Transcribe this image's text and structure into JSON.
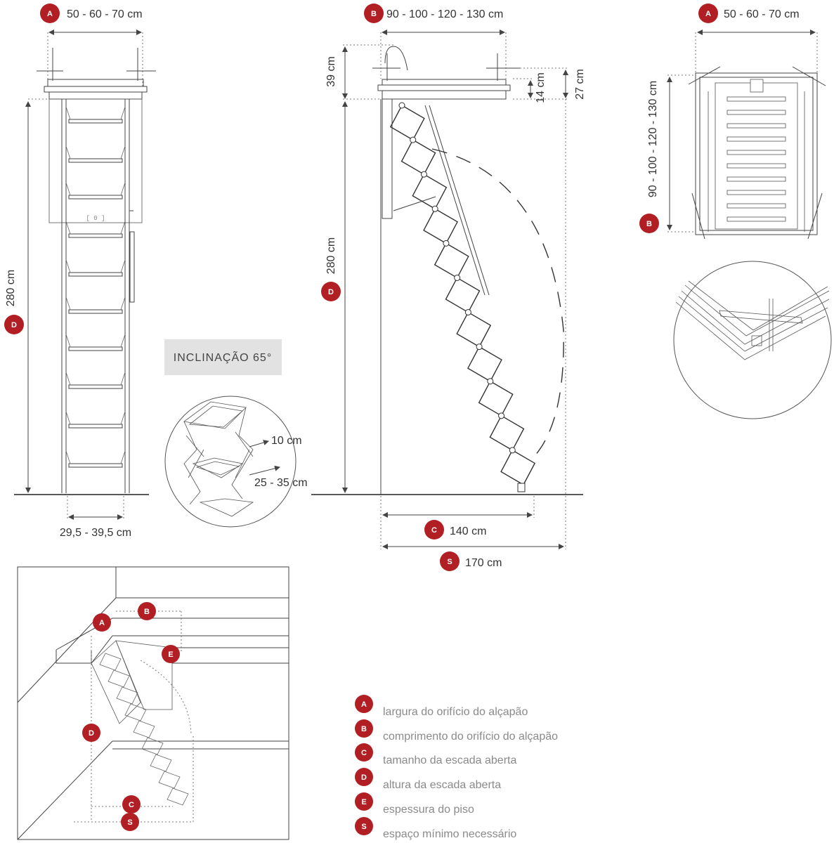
{
  "colors": {
    "badge": "#b11f24",
    "line": "#444444",
    "legend_text": "#8a8a8a",
    "incl_box": "#e2e2e2"
  },
  "front_view": {
    "width_badge": "A",
    "width_label": "50 - 60 - 70 cm",
    "height_badge": "D",
    "height_label": "280 cm",
    "step_width_label": "29,5 - 39,5 cm"
  },
  "side_view": {
    "length_badge": "B",
    "length_label": "90 - 100 - 120 - 130 cm",
    "top_label": "39 cm",
    "frame_label": "14 cm",
    "total_top_label": "27 cm",
    "height_badge": "D",
    "height_label": "280 cm",
    "open_badge": "C",
    "open_label": "140 cm",
    "space_badge": "S",
    "space_label": "170 cm"
  },
  "top_view": {
    "width_badge": "A",
    "width_label": "50 - 60 - 70 cm",
    "length_badge": "B",
    "length_label": "90 - 100 - 120 - 130 cm"
  },
  "inclination": "INCLINAÇÃO 65°",
  "step_detail": {
    "step_label": "10 cm",
    "rise_label": "25 - 35 cm"
  },
  "room_diagram": {
    "badges": [
      "A",
      "B",
      "E",
      "D",
      "C",
      "S"
    ]
  },
  "legend": [
    {
      "badge": "A",
      "text": "largura do orifício do alçapão"
    },
    {
      "badge": "B",
      "text": "comprimento do orifício do alçapão"
    },
    {
      "badge": "C",
      "text": "tamanho da escada aberta"
    },
    {
      "badge": "D",
      "text": "altura da escada aberta"
    },
    {
      "badge": "E",
      "text": "espessura do piso"
    },
    {
      "badge": "S",
      "text": "espaço mínimo necessário"
    }
  ]
}
